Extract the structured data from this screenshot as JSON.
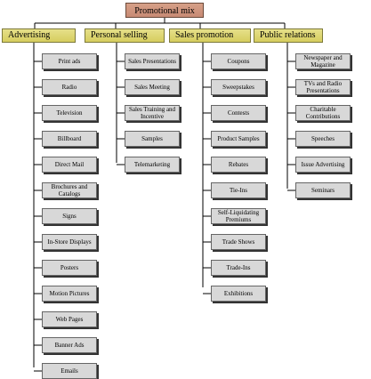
{
  "root": "Promotional mix",
  "categories": [
    {
      "label": "Advertising",
      "items": [
        "Print ads",
        "Radio",
        "Television",
        "Billboard",
        "Direct Mail",
        "Brochures and Catalogs",
        "Signs",
        "In-Store Displays",
        "Posters",
        "Motion Pictures",
        "Web Pages",
        "Banner Ads",
        "Emails"
      ]
    },
    {
      "label": "Personal selling",
      "items": [
        "Sales Presentations",
        "Sales Meeting",
        "Sales Training and Incentive",
        "Samples",
        "Telemarketing"
      ]
    },
    {
      "label": "Sales promotion",
      "items": [
        "Coupons",
        "Sweepstakes",
        "Contests",
        "Product Samples",
        "Rebates",
        "Tie-Ins",
        "Self-Liquidating Premiums",
        "Trade Shows",
        "Trade-Ins",
        "Exhibitions"
      ]
    },
    {
      "label": "Public relations",
      "items": [
        "Newspaper and Magazine",
        "TVs and Radio Presentations",
        "Charitable Contributions",
        "Speeches",
        "Issue Advertising",
        "Seminars"
      ]
    }
  ]
}
